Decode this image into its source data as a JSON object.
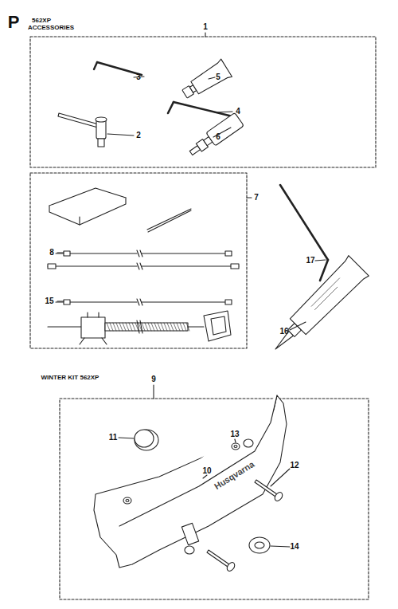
{
  "diagram": {
    "labels": [
      "P",
      "562XP",
      "ACCESSORIES",
      "1",
      "3",
      "5",
      "2",
      "4",
      "6",
      "7",
      "17",
      "8",
      "15",
      "16",
      "WINTER KIT 562XP",
      "9",
      "11",
      "13",
      "12",
      "10",
      "14",
      "Husqvarna"
    ]
  }
}
